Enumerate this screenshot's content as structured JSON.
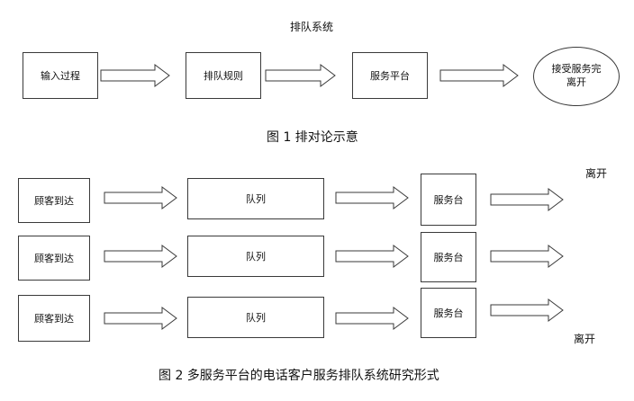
{
  "fig1": {
    "title": "排队系统",
    "nodes": [
      "输入过程",
      "排队规则",
      "服务平台",
      "接受服务完\n离开"
    ],
    "caption": "图 1 排对论示意"
  },
  "fig2": {
    "rows": [
      {
        "source": "顾客到达",
        "queue": "队列",
        "server": "服务台"
      },
      {
        "source": "顾客到达",
        "queue": "队列",
        "server": "服务台"
      },
      {
        "source": "顾客到达",
        "queue": "队列",
        "server": "服务台"
      }
    ],
    "exit_top": "离开",
    "exit_bottom": "离开",
    "caption": "图 2 多服务平台的电话客户服务排队系统研究形式"
  }
}
